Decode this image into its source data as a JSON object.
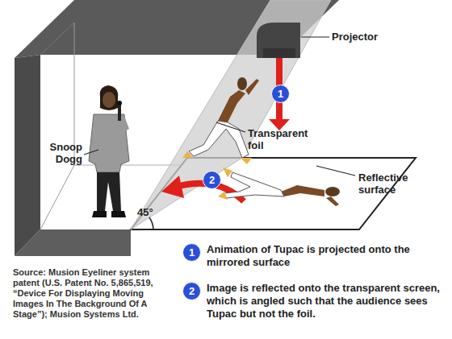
{
  "diagram": {
    "labels": [
      "Projector",
      "Transparent foil",
      "Reflective surface",
      "Snoop Dogg",
      "1",
      "2",
      "45°",
      "1",
      "Animation of Tupac is projected onto the mirrored surface",
      "2",
      "Image is reflected onto the transparent screen, which is angled such that the audience sees Tupac but not the foil.",
      "Source: Musion Eyeliner system patent (U.S. Patent No. 5,865,519, “Device For Displaying Moving Images In The Background Of A Stage”); Musion Systems Ltd."
    ]
  }
}
